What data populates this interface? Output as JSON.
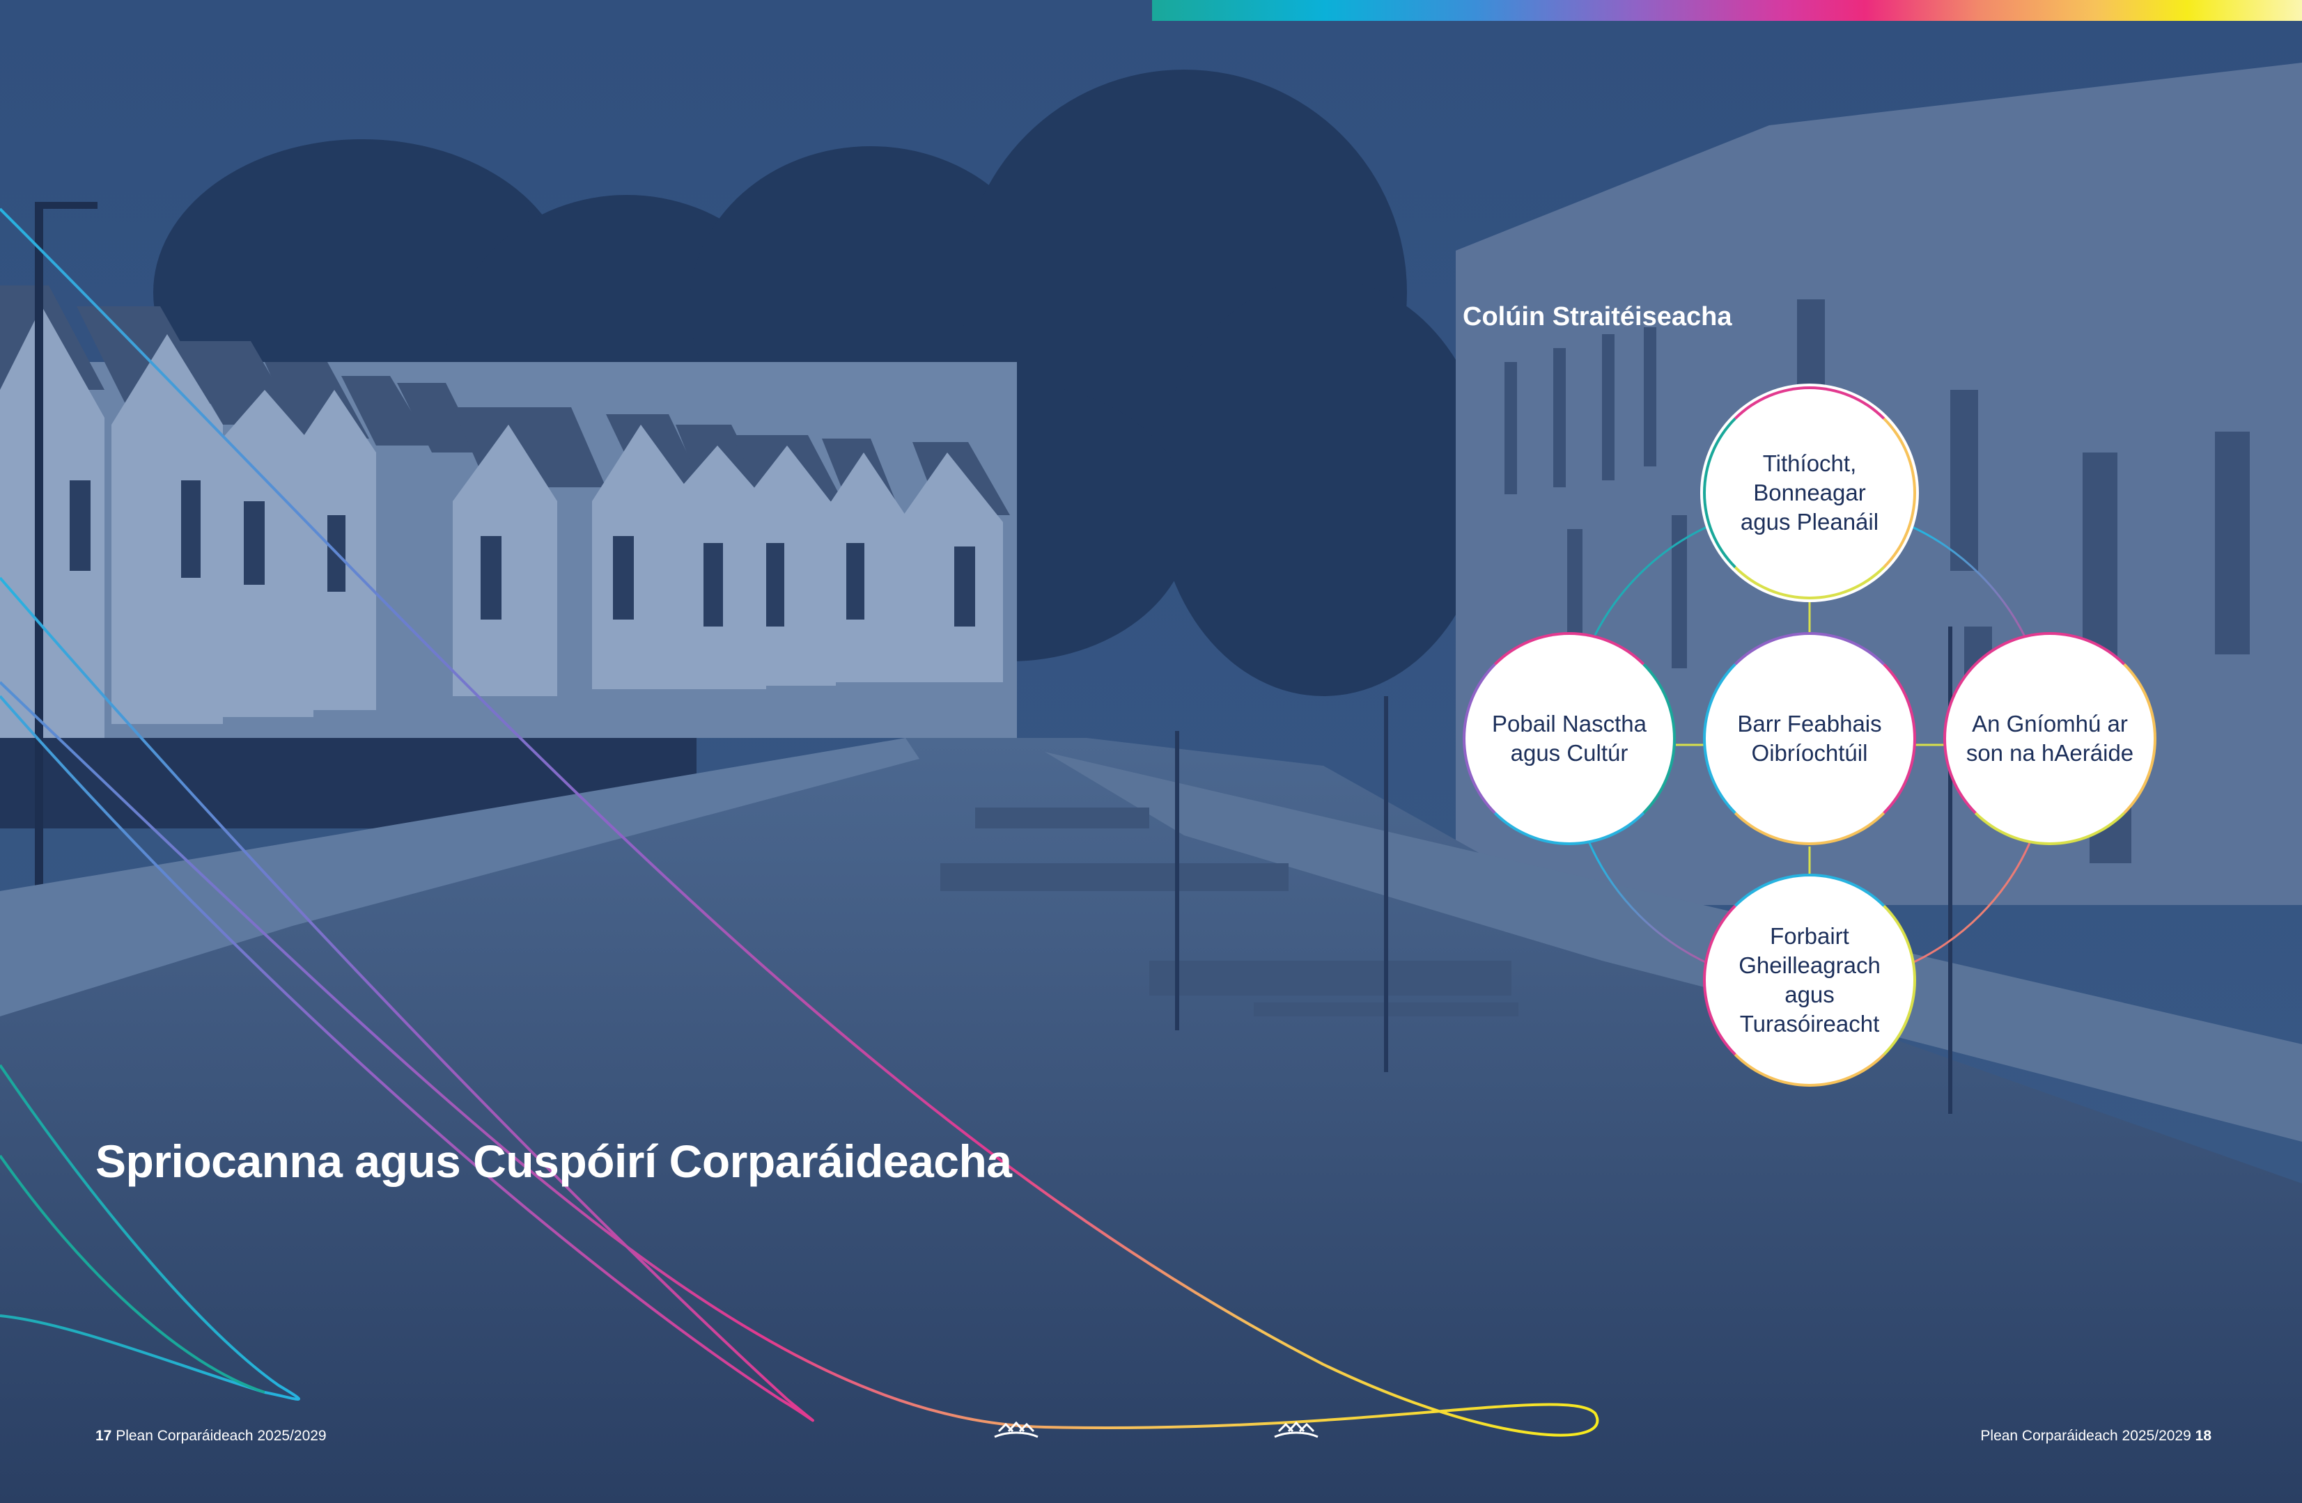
{
  "page_title": "Spriocanna agus Cuspóirí Corparáideacha",
  "section_heading": "Colúin Straitéiseacha",
  "pillars": {
    "top": "Tithíocht,\nBonneagar\nagus Pleanáil",
    "left": "Pobail Nasctha\nagus Cultúr",
    "center": "Barr Feabhais\nOibríochtúil",
    "right": "An Gníomhú ar\nson na hAeráide",
    "bottom": "Forbairt\nGheilleagrach\nagus Turasóireacht"
  },
  "footer": {
    "left_page_number": "17",
    "left_text": "Plean Corparáideach 2025/2029",
    "right_text": "Plean Corparáideach 2025/2029",
    "right_page_number": "18"
  },
  "icons": {
    "logo_left": "council-logo-icon",
    "logo_right": "council-logo-icon"
  },
  "colors": {
    "background_blue": "#2f4a73",
    "text_navy": "#1c2f5a",
    "accent_teal": "#1aa89a",
    "accent_cyan": "#27b3e0",
    "accent_purple": "#8f63c6",
    "accent_magenta": "#e23a8f",
    "accent_yellow": "#f7ec1c"
  }
}
